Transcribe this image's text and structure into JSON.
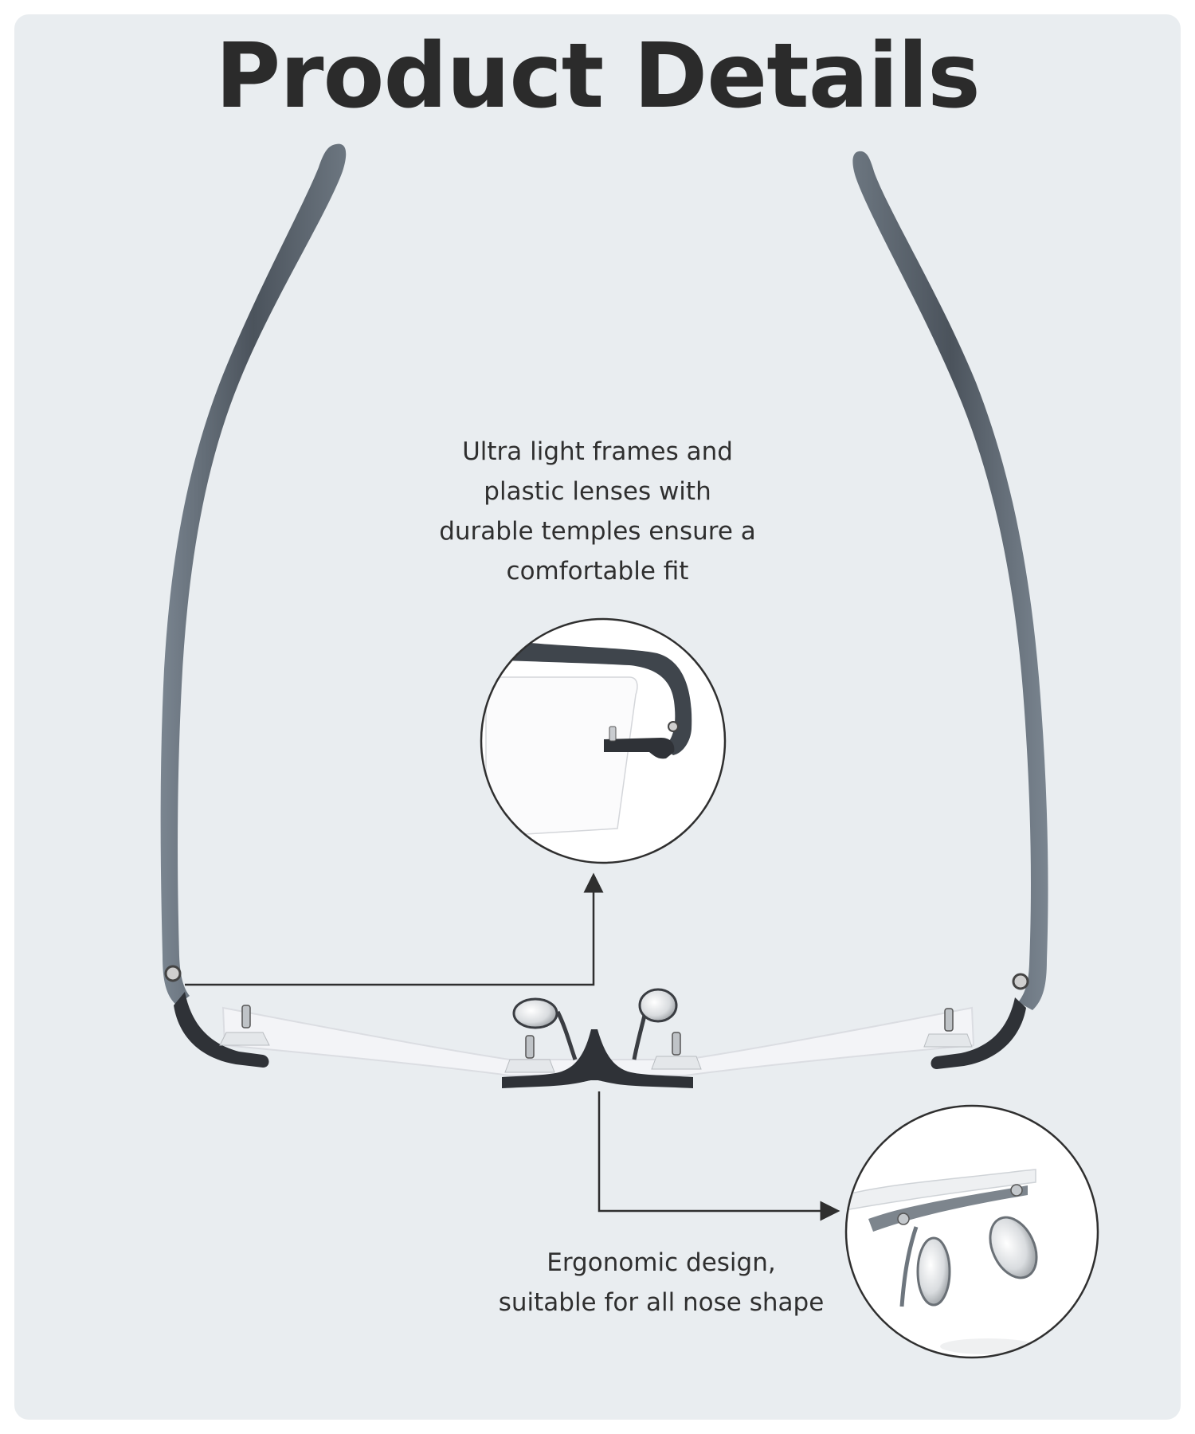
{
  "title": "Product Details",
  "callouts": [
    {
      "lines": [
        "Ultra light frames and",
        "plastic lenses with",
        "durable temples ensure a",
        "comfortable fit"
      ]
    },
    {
      "lines": [
        "Ergonomic design,",
        "suitable for all nose shape"
      ]
    }
  ],
  "colors": {
    "background": "#e9edf0",
    "frame": "#3a3d42",
    "temple": "#5d6670",
    "title_text": "#2b2b2b"
  }
}
